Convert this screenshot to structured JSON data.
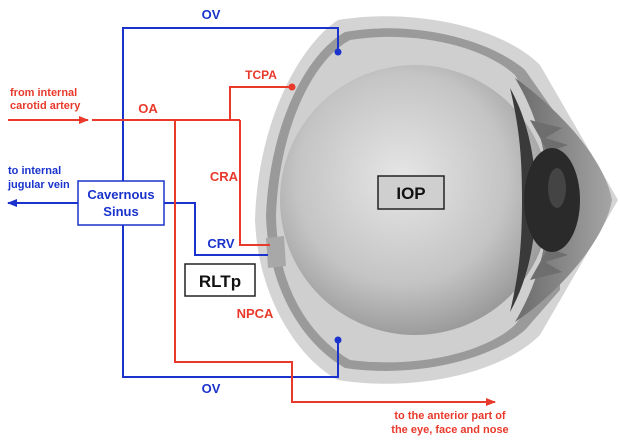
{
  "labels": {
    "ov_top": "OV",
    "ov_bottom": "OV",
    "from_carotid_line1": "from internal",
    "from_carotid_line2": "carotid artery",
    "oa": "OA",
    "tcpa": "TCPA",
    "to_jugular_line1": "to internal",
    "to_jugular_line2": "jugular vein",
    "sinus_line1": "Cavernous",
    "sinus_line2": "Sinus",
    "cra": "CRA",
    "crv": "CRV",
    "iop": "IOP",
    "rltp": "RLTp",
    "npca": "NPCA",
    "anterior_line1": "to the anterior part of",
    "anterior_line2": "the eye, face and nose"
  },
  "colors": {
    "artery": "#e8392b",
    "vein": "#1a33cc",
    "sclera": "#c8c8c8",
    "globe": "#bdbdbd",
    "lens": "#2a2a2a",
    "box_border_dark": "#222222",
    "background": "#ffffff"
  }
}
